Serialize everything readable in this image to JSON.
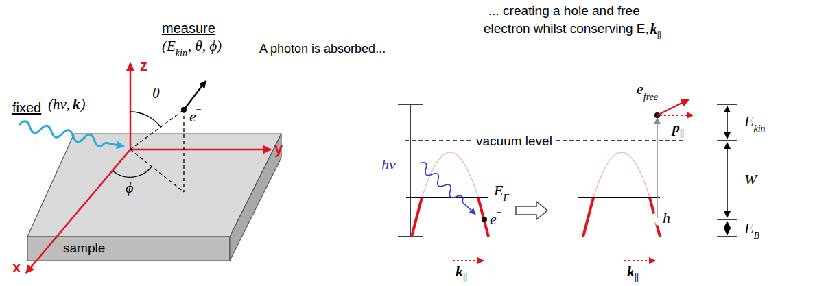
{
  "diagram": {
    "labels": [
      "measure",
      "(E",
      "kin",
      ", θ, ϕ)",
      "fixed",
      "(hν,",
      "k",
      ")",
      "z",
      "θ",
      "e",
      "−",
      "ϕ",
      "y",
      "x",
      "sample",
      "A photon is absorbed...",
      "... creating a hole and free",
      "electron whilst conserving E,",
      "k",
      "||",
      "hν",
      "vacuum level",
      "e",
      "−",
      "E",
      "F",
      "k",
      "||",
      "e",
      "−",
      "free",
      "p",
      "||",
      "h",
      "k",
      "||",
      "E",
      "kin",
      "W",
      "E",
      "B"
    ]
  }
}
